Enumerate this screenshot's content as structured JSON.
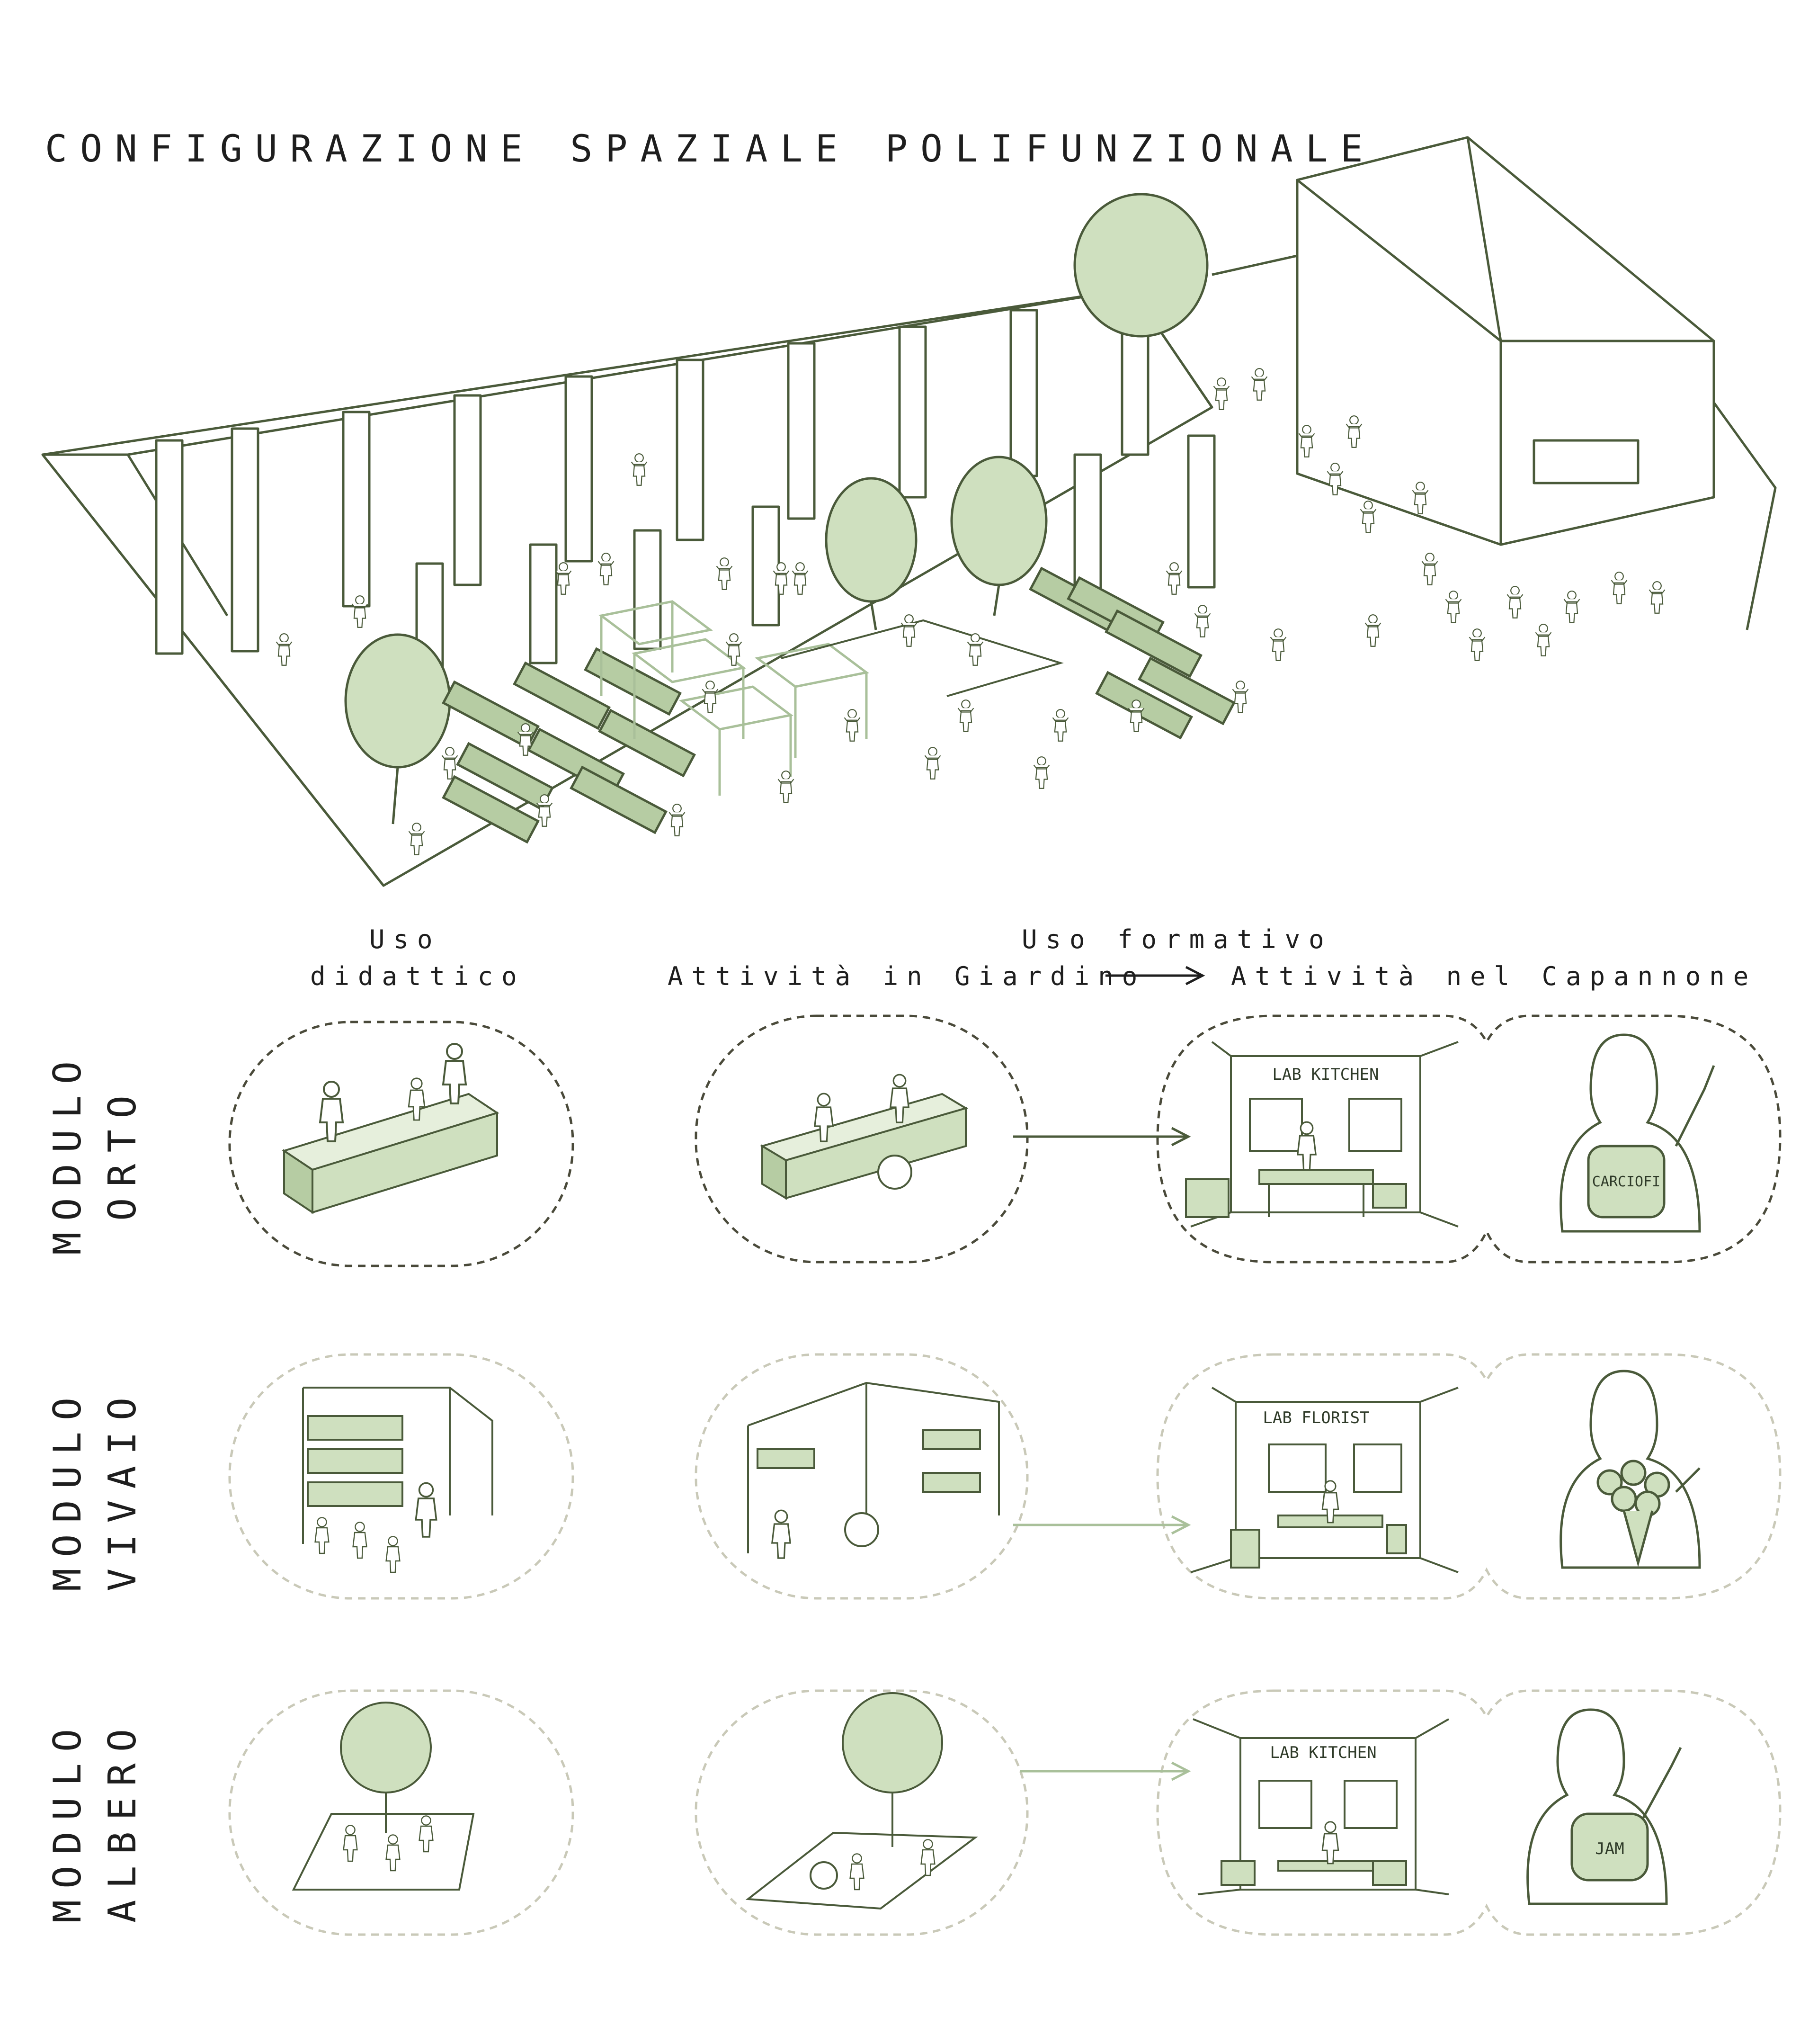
{
  "title": "CONFIGURAZIONE SPAZIALE POLIFUNZIONALE",
  "headers": {
    "uso_didattico_line1": "Uso",
    "uso_didattico_line2": "didattico",
    "uso_formativo": "Uso formativo",
    "attivita_giardino": "Attività in Giardino",
    "attivita_capannone": "Attività nel Capannone"
  },
  "modules": [
    {
      "line1": "MODULO",
      "line2": "ORTO",
      "lab_sign": "LAB KITCHEN",
      "jar_label": "CARCIOFI"
    },
    {
      "line1": "MODULO",
      "line2": "VIVAIO",
      "lab_sign": "LAB FLORIST"
    },
    {
      "line1": "MODULO",
      "line2": "ALBERO",
      "lab_sign": "LAB KITCHEN",
      "jar_label": "JAM"
    }
  ],
  "colors": {
    "line": "#4a5a3a",
    "fill_green": "#cfe0bf",
    "fill_green_dark": "#b6cca3",
    "dash_dark": "#4a4a3a",
    "dash_light": "#c9c9b8",
    "arrow_light": "#a9c09a"
  }
}
